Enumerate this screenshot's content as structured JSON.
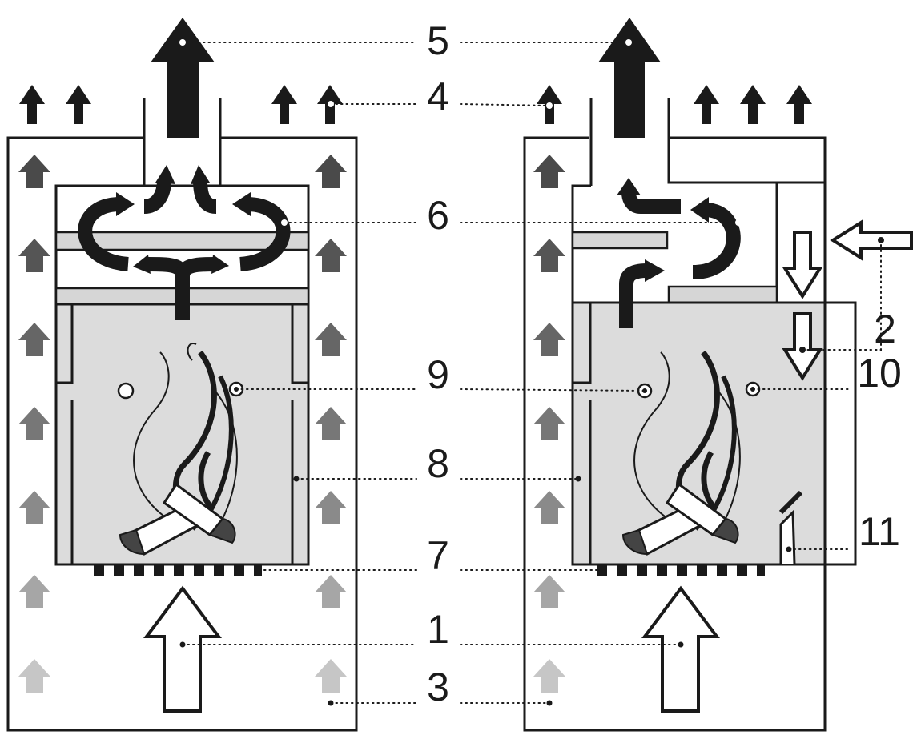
{
  "callouts": {
    "n1": "1",
    "n2": "2",
    "n3": "3",
    "n4": "4",
    "n5": "5",
    "n6": "6",
    "n7": "7",
    "n8": "8",
    "n9": "9",
    "n10": "10",
    "n11": "11"
  },
  "colors": {
    "ink": "#1a1a1a",
    "firebox_fill": "#dcdcdc",
    "convection_top": "#3a3a3a",
    "convection_bottom": "#d0d0d0"
  }
}
